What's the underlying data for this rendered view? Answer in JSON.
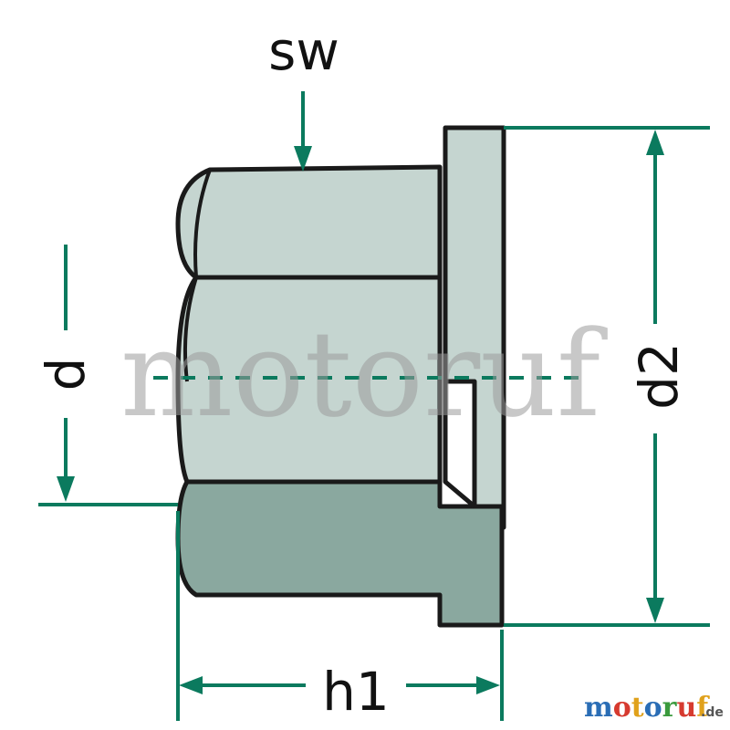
{
  "labels": {
    "sw": "sw",
    "d": "d",
    "d2": "d2",
    "h1": "h1"
  },
  "watermark": "motoruf",
  "brand": {
    "letters": [
      "m",
      "o",
      "t",
      "o",
      "r",
      "u",
      "f"
    ],
    "tld": ".de",
    "letter_colors": [
      "#2a6db5",
      "#d63a2f",
      "#e0a11b",
      "#2a6db5",
      "#3a9a3d",
      "#d63a2f",
      "#e0a11b"
    ]
  },
  "colors": {
    "dimension": "#0b7a5e",
    "outline": "#1a1a1a",
    "face_light": "#c5d5d0",
    "face_dark": "#8aa89f",
    "flange": "#c5d5d0"
  }
}
